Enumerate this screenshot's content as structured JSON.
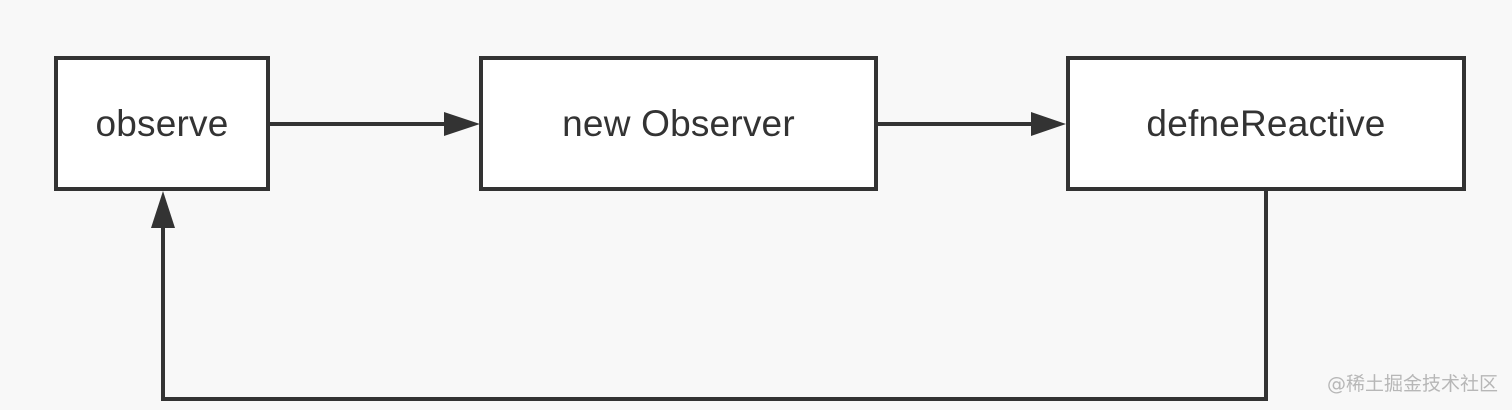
{
  "nodes": {
    "observe": "observe",
    "new_observer": "new Observer",
    "define_reactive": "defneReactive"
  },
  "watermark": "@稀土掘金技术社区",
  "colors": {
    "background": "#f8f8f8",
    "stroke": "#333333",
    "node_fill": "#ffffff",
    "watermark": "#b7b7b7"
  }
}
